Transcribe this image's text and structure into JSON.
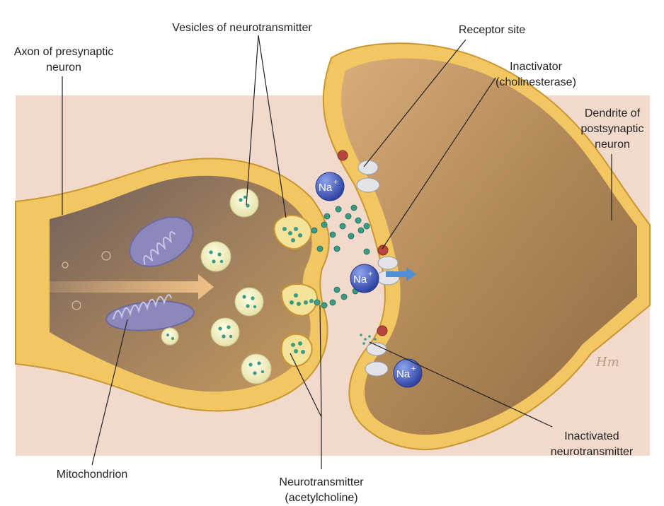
{
  "labels": {
    "axon": [
      "Axon of presynaptic",
      "neuron"
    ],
    "vesicles": "Vesicles of neurotransmitter",
    "receptor": "Receptor site",
    "inactivator": [
      "Inactivator",
      "(cholinesterase)"
    ],
    "dendrite": [
      "Dendrite of",
      "postsynaptic",
      "neuron"
    ],
    "mitochondrion": "Mitochondrion",
    "neurotransmitter": [
      "Neurotransmitter",
      "(acetylcholine)"
    ],
    "inactivated": [
      "Inactivated",
      "neurotransmitter"
    ]
  },
  "ions": {
    "symbol": "Na",
    "charge": "+"
  },
  "signature": "Hm",
  "colors": {
    "background_band": "#f1d7c8",
    "membrane": "#f2c761",
    "membrane_edge": "#c9962f",
    "cytoplasm": "#b38a5c",
    "vesicle": "#f6f2c4",
    "transmitter": "#3a9c86",
    "ion": "#3d56b5",
    "mitochondrion": "#8a86b8",
    "receptor": "#e2e4ea",
    "inactivator": "#b9463c"
  }
}
